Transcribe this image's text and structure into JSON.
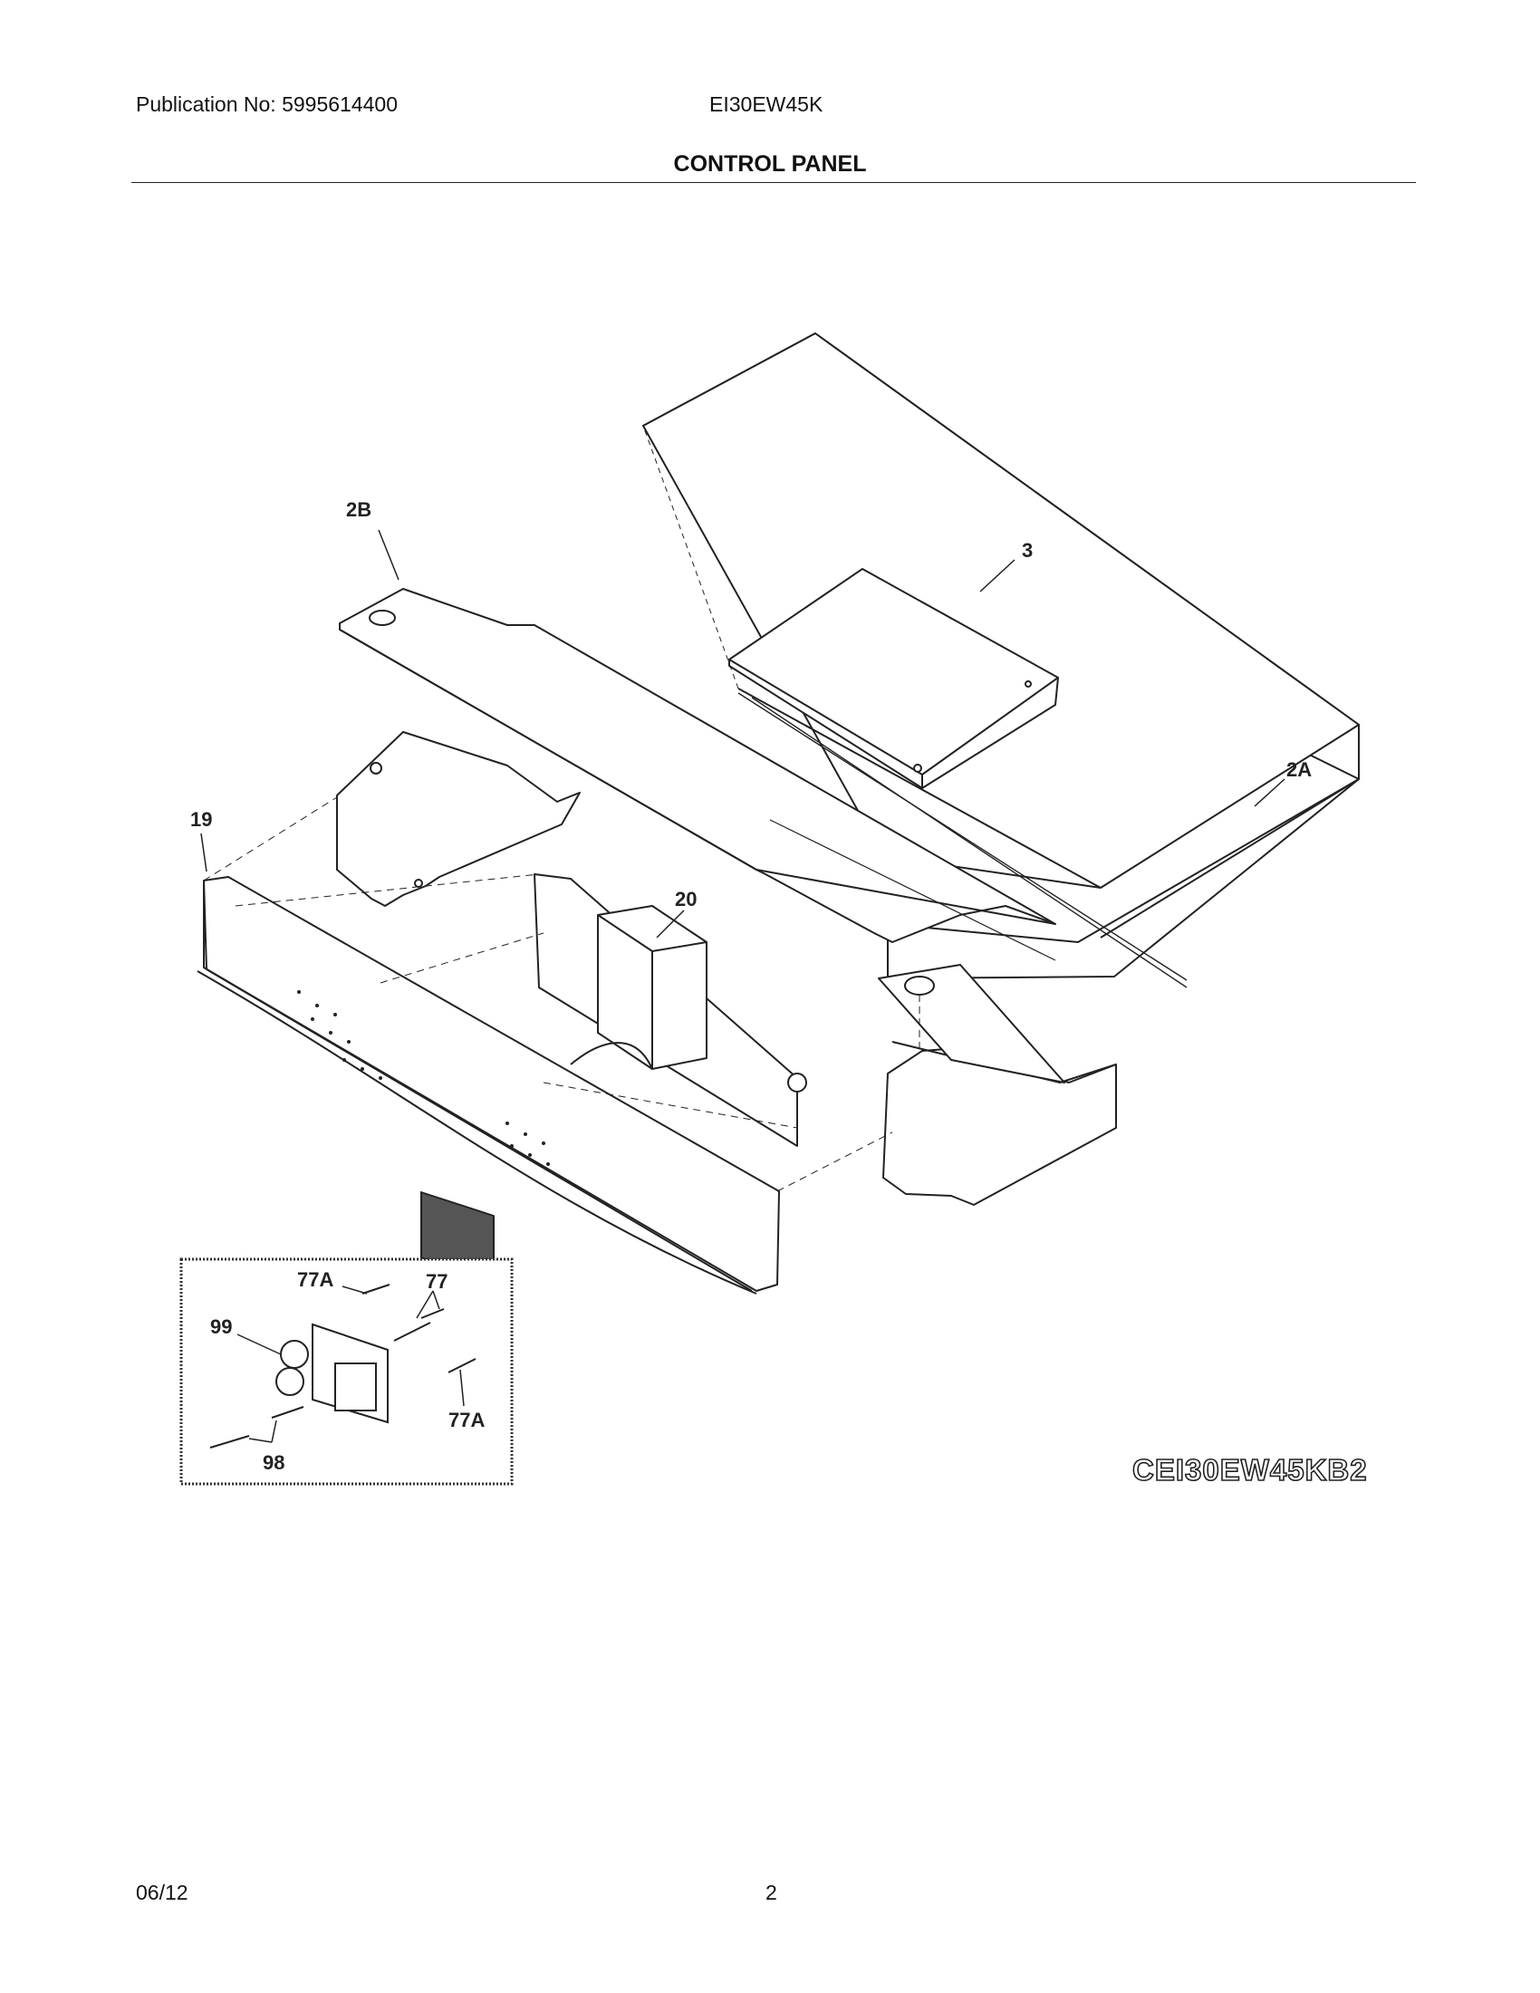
{
  "header": {
    "publication": "Publication No: 5995614400",
    "model": "EI30EW45K",
    "section_title": "CONTROL PANEL"
  },
  "callouts": {
    "c2B": "2B",
    "c3": "3",
    "c2A": "2A",
    "c19": "19",
    "c20": "20",
    "c77A_top": "77A",
    "c77": "77",
    "c99": "99",
    "c77A_bottom": "77A",
    "c98": "98"
  },
  "reference_code": "CEI30EW45KB2",
  "footer": {
    "date": "06/12",
    "page_number": "2"
  }
}
